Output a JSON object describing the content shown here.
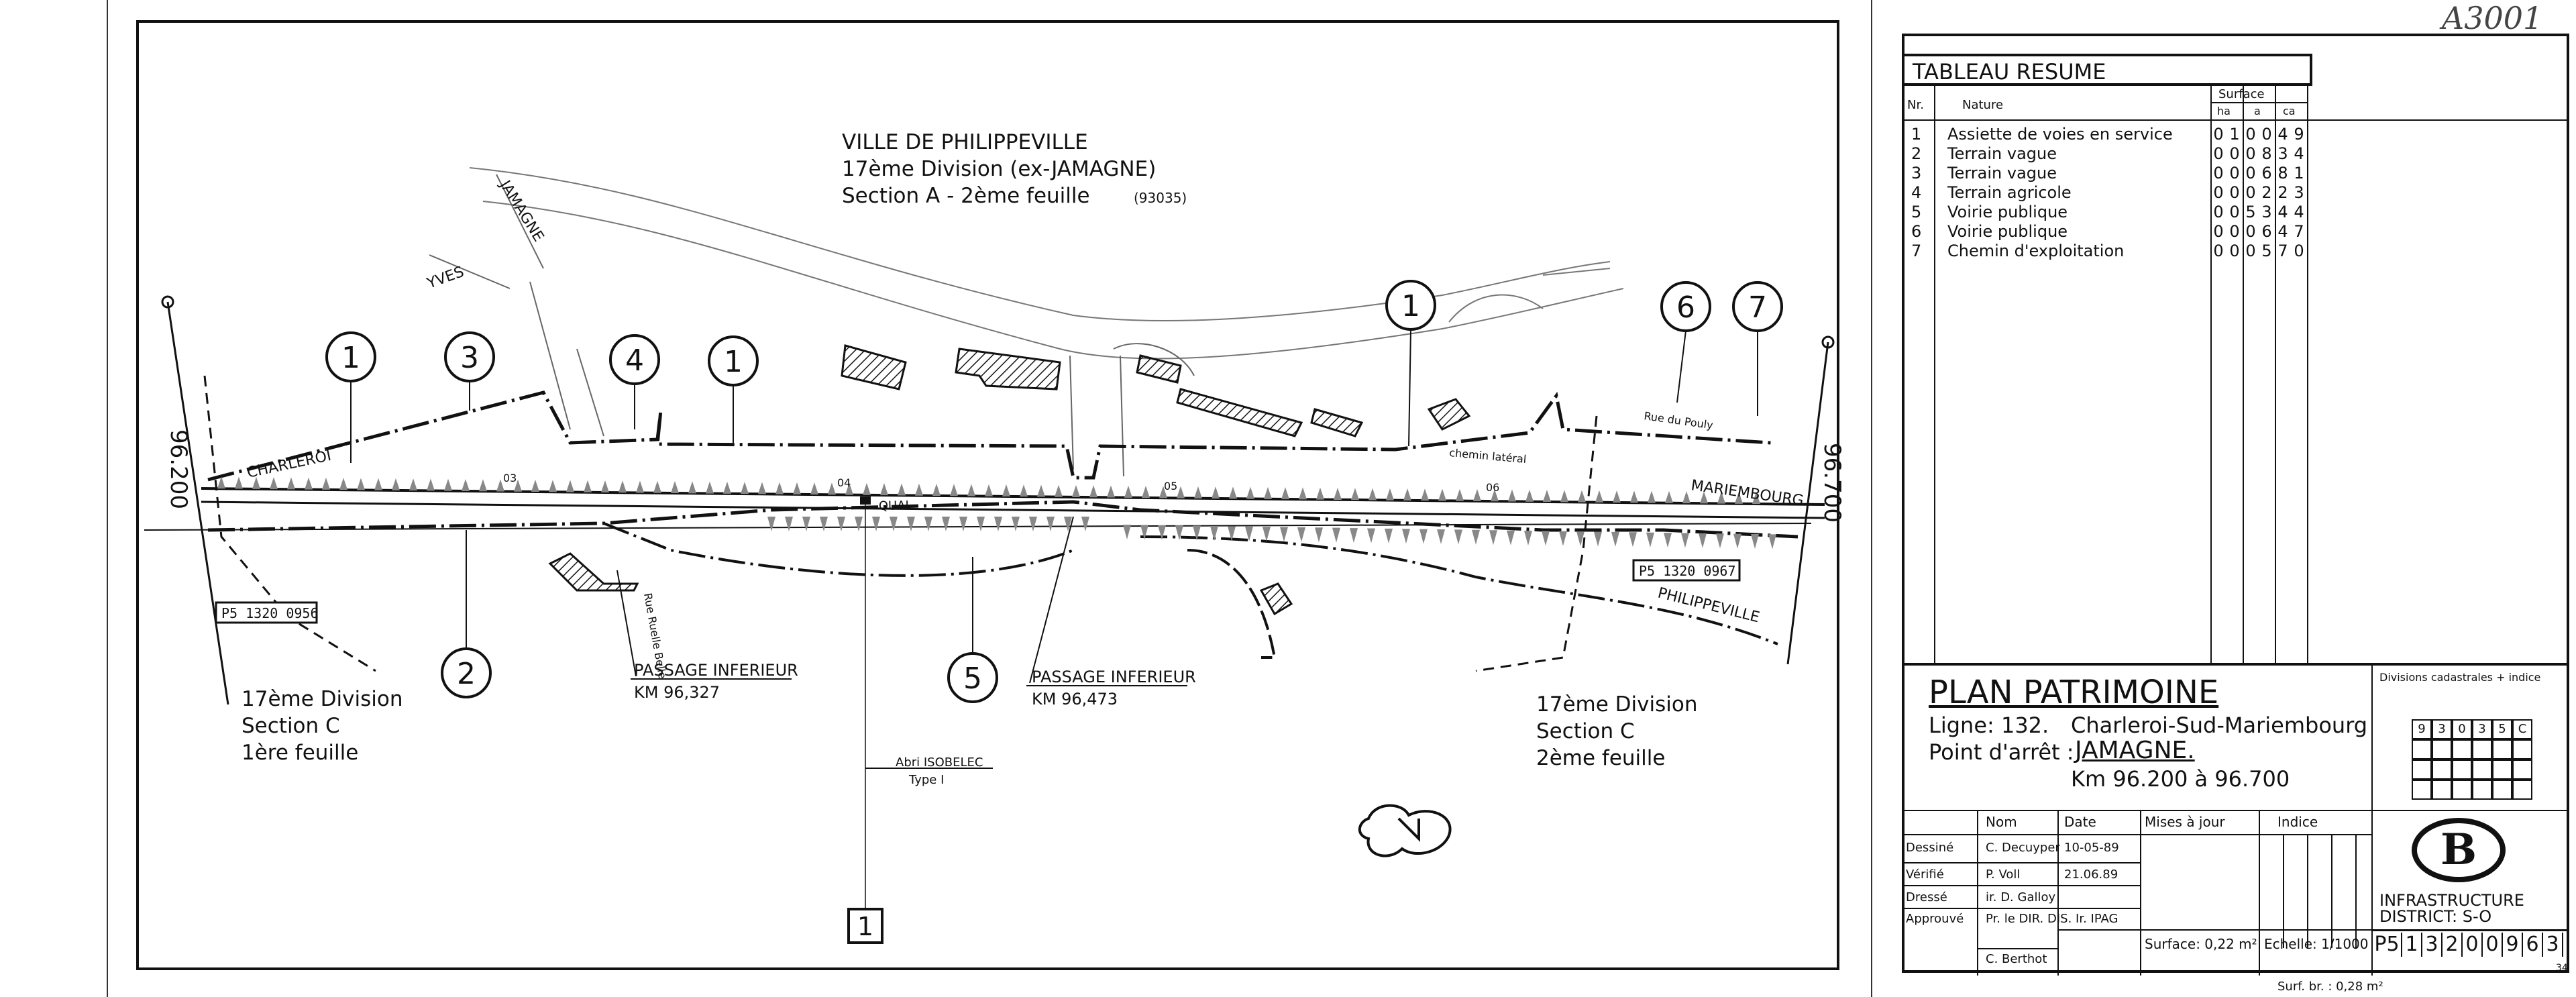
{
  "corner_ref": "A3001",
  "map": {
    "header_lines": [
      "VILLE DE PHILIPPEVILLE",
      "17ème Division (ex-JAMAGNE)",
      "Section A - 2ème feuille"
    ],
    "header_code": "(93035)",
    "km_left": "96.200",
    "km_right": "96.700",
    "street_labels": {
      "yves": "YVES",
      "jamagne": "JAMAGNE",
      "charleroi": "CHARLEROI",
      "quai": "QUAI",
      "mariembourg": "MARIEMBOURG",
      "philippeville": "PHILIPPEVILLE",
      "rue_du_pouly": "Rue du Pouly",
      "chemin_lateral": "chemin latéral",
      "rue_ruelle": "Rue Ruelle Belle"
    },
    "pk_marks": [
      "03",
      "04",
      "05",
      "06"
    ],
    "parcel_numbers": [
      "1",
      "3",
      "4",
      "1",
      "1",
      "6",
      "7",
      "2",
      "5"
    ],
    "ref_left": "P5 1320 0956",
    "ref_right": "P5 1320 0967",
    "section_left": [
      "17ème Division",
      "Section C",
      "1ère feuille"
    ],
    "section_right": [
      "17ème Division",
      "Section C",
      "2ème feuille"
    ],
    "passage1": [
      "PASSAGE INFERIEUR",
      "KM 96,327"
    ],
    "passage2": [
      "PASSAGE INFERIEUR",
      "KM 96,473"
    ],
    "abri": [
      "Abri ISOBELEC",
      "Type I"
    ],
    "sheet_number": "1"
  },
  "tableau": {
    "title": "TABLEAU RESUME",
    "col_nr": "Nr.",
    "col_nature": "Nature",
    "col_surface": "Surface",
    "col_units": [
      "ha",
      "a",
      "ca"
    ],
    "rows": [
      {
        "nr": "1",
        "nature": "Assiette de voies en service",
        "digits": [
          "0",
          "1",
          "0",
          "0",
          "4",
          "9"
        ]
      },
      {
        "nr": "2",
        "nature": "Terrain vague",
        "digits": [
          "0",
          "0",
          "0",
          "8",
          "3",
          "4"
        ]
      },
      {
        "nr": "3",
        "nature": "Terrain vague",
        "digits": [
          "0",
          "0",
          "0",
          "6",
          "8",
          "1"
        ]
      },
      {
        "nr": "4",
        "nature": "Terrain agricole",
        "digits": [
          "0",
          "0",
          "0",
          "2",
          "2",
          "3"
        ]
      },
      {
        "nr": "5",
        "nature": "Voirie publique",
        "digits": [
          "0",
          "0",
          "5",
          "3",
          "4",
          "4"
        ]
      },
      {
        "nr": "6",
        "nature": "Voirie publique",
        "digits": [
          "0",
          "0",
          "0",
          "6",
          "4",
          "7"
        ]
      },
      {
        "nr": "7",
        "nature": "Chemin d'exploitation",
        "digits": [
          "0",
          "0",
          "0",
          "5",
          "7",
          "0"
        ]
      }
    ]
  },
  "title_block": {
    "plan": "PLAN PATRIMOINE",
    "ligne_label": "Ligne: 132.",
    "ligne_value": "Charleroi-Sud-Mariembourg",
    "arret_label": "Point d'arrêt :",
    "arret_value": "JAMAGNE.",
    "km_range": "Km 96.200 à 96.700",
    "divisions_label": "Divisions cadastrales + indice",
    "division_digits": [
      "9",
      "3",
      "0",
      "3",
      "5",
      "C"
    ],
    "hdr_nom": "Nom",
    "hdr_date": "Date",
    "hdr_mises": "Mises à jour",
    "hdr_indice": "Indice",
    "roles": [
      {
        "role": "Dessiné",
        "nom": "C. Decuyper",
        "date": "10-05-89"
      },
      {
        "role": "Vérifié",
        "nom": "P. Voll",
        "date": "21.06.89"
      },
      {
        "role": "Dressé",
        "nom": "ir. D. Galloy",
        "date": ""
      },
      {
        "role": "Approuvé",
        "nom": "Pr. le DIR. DIS. Ir. IPAG",
        "date": ""
      }
    ],
    "approver": "C. Berthot",
    "surface": "Surface: 0,22 m²",
    "echelle": "Echelle: 1/1000",
    "infra_line1": "INFRASTRUCTURE",
    "infra_line2": "DISTRICT: S-O",
    "logo_letter": "B",
    "plan_ref_digits": [
      "P5",
      "1",
      "3",
      "2",
      "0",
      "0",
      "9",
      "6",
      "3"
    ]
  },
  "footer": {
    "page_mark": "34",
    "surf_note": "Surf. br. : 0,28 m²"
  }
}
